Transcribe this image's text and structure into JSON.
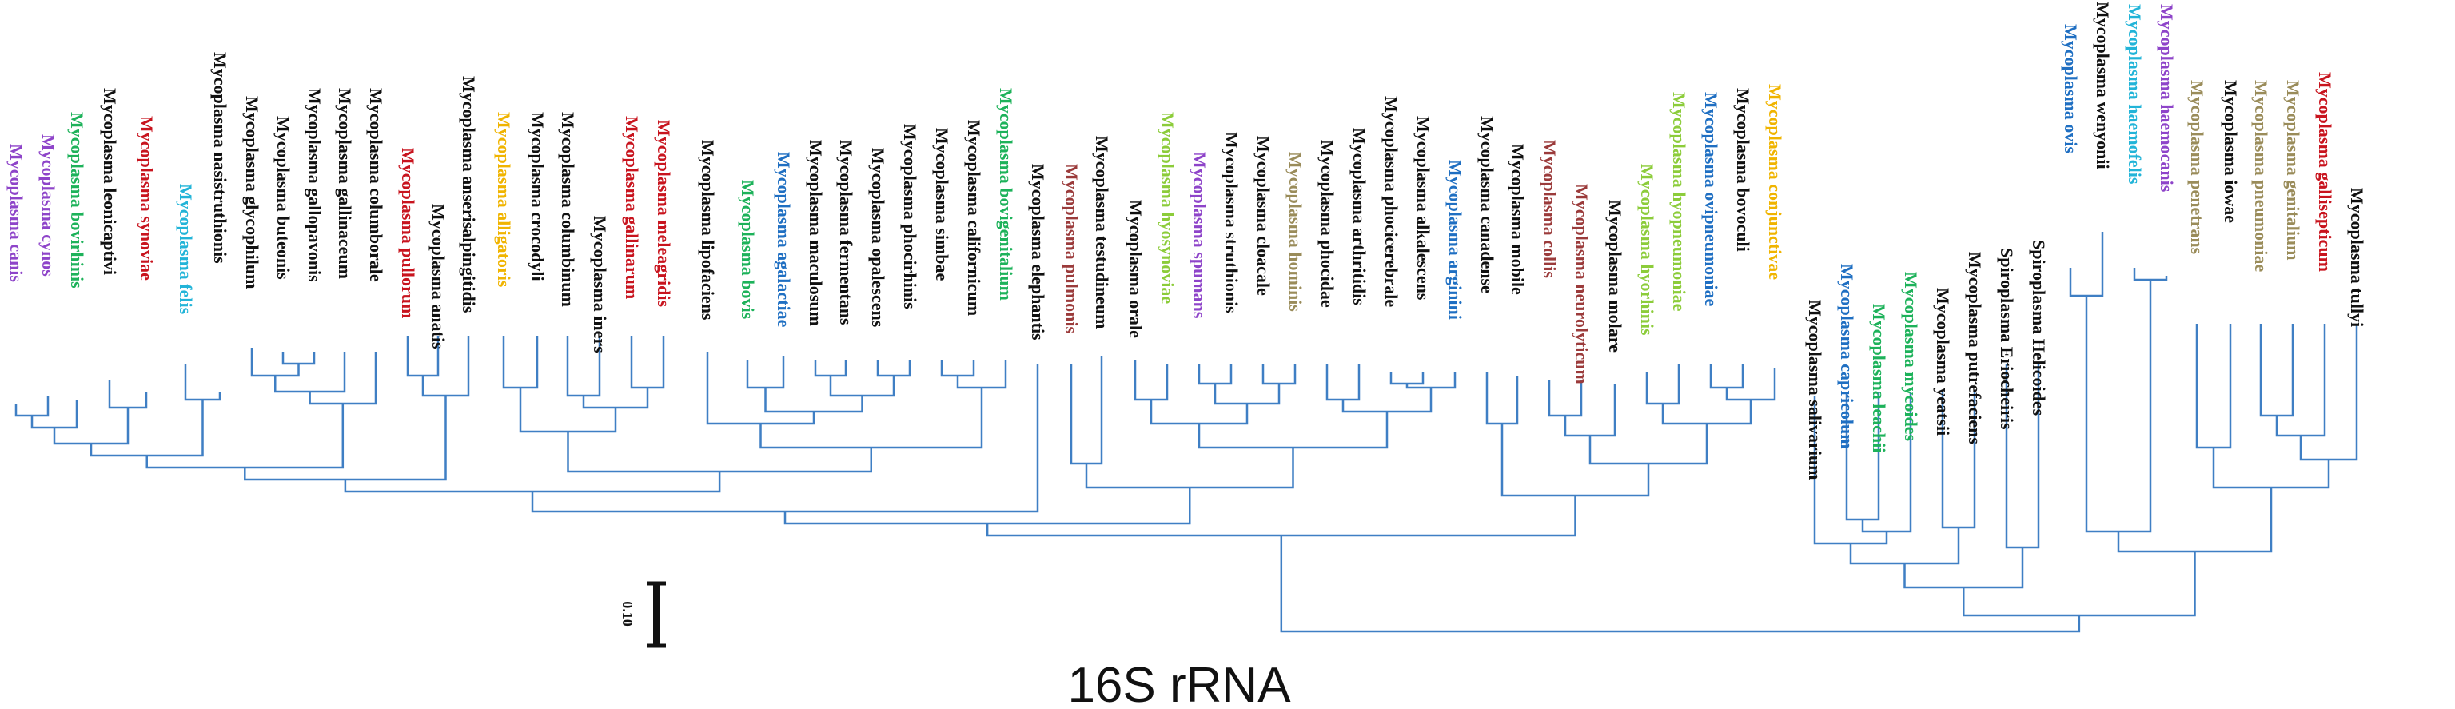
{
  "title": "16S rRNA",
  "scale_label": "0.10",
  "colors": {
    "branch": "#3f7fc4",
    "black": "#111111",
    "purple": "#8e44c9",
    "green": "#1db25a",
    "red": "#c8141e",
    "cyan": "#22b4d8",
    "yellow": "#f0b400",
    "blue": "#1f6fc2",
    "olive": "#9a8c5a",
    "lime": "#8ccc3a",
    "brown": "#9b3b3b"
  },
  "leaves": [
    {
      "label": "Mycoplasma canis",
      "color": "purple"
    },
    {
      "label": "Mycoplasma cynos",
      "color": "purple"
    },
    {
      "label": "Mycoplasma bovirhinis",
      "color": "green"
    },
    {
      "label": "Mycoplasma leonicaptivi",
      "color": "black"
    },
    {
      "label": "Mycoplasma synoviae",
      "color": "red"
    },
    {
      "label": "Mycoplasma felis",
      "color": "cyan"
    },
    {
      "label": "Mycoplasma nasistruthionis",
      "color": "black"
    },
    {
      "label": "Mycoplasma glycophilum",
      "color": "black"
    },
    {
      "label": "Mycoplasma buteonis",
      "color": "black"
    },
    {
      "label": "Mycoplasma gallopavonis",
      "color": "black"
    },
    {
      "label": "Mycoplasma gallinaceum",
      "color": "black"
    },
    {
      "label": "Mycoplasma columborale",
      "color": "black"
    },
    {
      "label": "Mycoplasma pullorum",
      "color": "red"
    },
    {
      "label": "Mycoplasma anatis",
      "color": "black"
    },
    {
      "label": "Mycoplasma anserisalpingitidis",
      "color": "black"
    },
    {
      "label": "Mycoplasma alligatoris",
      "color": "yellow"
    },
    {
      "label": "Mycoplasma crocodyli",
      "color": "black"
    },
    {
      "label": "Mycoplasma columbinum",
      "color": "black"
    },
    {
      "label": "Mycoplasma iners",
      "color": "black"
    },
    {
      "label": "Mycoplasma gallinarum",
      "color": "red"
    },
    {
      "label": "Mycoplasma meleagridis",
      "color": "red"
    },
    {
      "label": "Mycoplasma lipofaciens",
      "color": "black"
    },
    {
      "label": "Mycoplasma bovis",
      "color": "green"
    },
    {
      "label": "Mycoplasma agalactiae",
      "color": "blue"
    },
    {
      "label": "Mycoplasma maculosum",
      "color": "black"
    },
    {
      "label": "Mycoplasma fermentans",
      "color": "black"
    },
    {
      "label": "Mycoplasma opalescens",
      "color": "black"
    },
    {
      "label": "Mycoplasma phocirhinis",
      "color": "black"
    },
    {
      "label": "Mycoplasma simbae",
      "color": "black"
    },
    {
      "label": "Mycoplasma californicum",
      "color": "black"
    },
    {
      "label": "Mycoplasma bovigenitalium",
      "color": "green"
    },
    {
      "label": "Mycoplasma elephantis",
      "color": "black"
    },
    {
      "label": "Mycoplasma pulmonis",
      "color": "brown"
    },
    {
      "label": "Mycoplasma testudineum",
      "color": "black"
    },
    {
      "label": "Mycoplasma orale",
      "color": "black"
    },
    {
      "label": "Mycoplasma hyosynoviae",
      "color": "lime"
    },
    {
      "label": "Mycoplasma spumans",
      "color": "purple"
    },
    {
      "label": "Mycoplasma struthionis",
      "color": "black"
    },
    {
      "label": "Mycoplasma cloacale",
      "color": "black"
    },
    {
      "label": "Mycoplasma hominis",
      "color": "olive"
    },
    {
      "label": "Mycoplasma phocidae",
      "color": "black"
    },
    {
      "label": "Mycoplasma arthritidis",
      "color": "black"
    },
    {
      "label": "Mycoplasma phocicerebrale",
      "color": "black"
    },
    {
      "label": "Mycoplasma alkalescens",
      "color": "black"
    },
    {
      "label": "Mycoplasma arginini",
      "color": "blue"
    },
    {
      "label": "Mycoplasma canadense",
      "color": "black"
    },
    {
      "label": "Mycoplasma mobile",
      "color": "black"
    },
    {
      "label": "Mycoplasma collis",
      "color": "brown"
    },
    {
      "label": "Mycoplasma neurolyticum",
      "color": "brown"
    },
    {
      "label": "Mycoplasma molare",
      "color": "black"
    },
    {
      "label": "Mycoplasma hyorhinis",
      "color": "lime"
    },
    {
      "label": "Mycoplasma hyopneumoniae",
      "color": "lime"
    },
    {
      "label": "Mycoplasma ovipneumoniae",
      "color": "blue"
    },
    {
      "label": "Mycoplasma bovoculi",
      "color": "black"
    },
    {
      "label": "Mycoplasma conjunctivae",
      "color": "yellow"
    },
    {
      "label": "Mycoplasma salivarium",
      "color": "black"
    },
    {
      "label": "Mycoplasma capricolum",
      "color": "blue"
    },
    {
      "label": "Mycoplasma leachii",
      "color": "green"
    },
    {
      "label": "Mycoplasma mycoides",
      "color": "green"
    },
    {
      "label": "Mycoplasma yeatsii",
      "color": "black"
    },
    {
      "label": "Mycoplasma putrefaciens",
      "color": "black"
    },
    {
      "label": "Spiroplasma Eriocheiris",
      "color": "black"
    },
    {
      "label": "Spiroplasma Helicoides",
      "color": "black"
    },
    {
      "label": "Mycoplasma ovis",
      "color": "blue"
    },
    {
      "label": "Mycoplasma wenyonii",
      "color": "black"
    },
    {
      "label": "Mycoplasma haemofelis",
      "color": "cyan"
    },
    {
      "label": "Mycoplasma haemocanis",
      "color": "purple"
    },
    {
      "label": "Mycoplasma penetrans",
      "color": "olive"
    },
    {
      "label": "Mycoplasma iowae",
      "color": "black"
    },
    {
      "label": "Mycoplasma pneumoniae",
      "color": "olive"
    },
    {
      "label": "Mycoplasma genitalium",
      "color": "olive"
    },
    {
      "label": "Mycoplasma gallisepticum",
      "color": "red"
    },
    {
      "label": "Mycoplasma tullyi",
      "color": "black"
    }
  ]
}
